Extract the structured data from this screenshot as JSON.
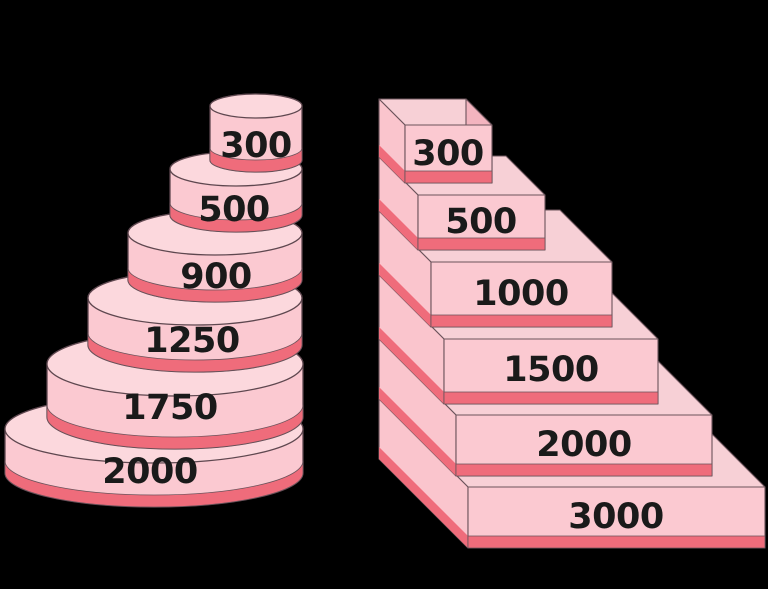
{
  "background_color": "#000000",
  "palette": {
    "face_front": "#FBC9D1",
    "face_top": "#F7D0D6",
    "face_left": "#FAC5CD",
    "face_right": "#F3B4BF",
    "ellipse_top": "#FCD8DD",
    "stripe": "#EF6C7B",
    "outline": "#6B535B",
    "label_text": "#1A1A1A"
  },
  "chart_data": [
    {
      "type": "pyramid",
      "subtype": "3d-tiered-cylinder-cake",
      "position": "left",
      "orientation": "smallest-tier-on-top",
      "legend_position": "none",
      "grid": false,
      "levels": [
        {
          "label": "300",
          "value": 300
        },
        {
          "label": "500",
          "value": 500
        },
        {
          "label": "900",
          "value": 900
        },
        {
          "label": "1250",
          "value": 1250
        },
        {
          "label": "1750",
          "value": 1750
        },
        {
          "label": "2000",
          "value": 2000
        }
      ]
    },
    {
      "type": "pyramid",
      "subtype": "3d-stepped-pyramid",
      "position": "right",
      "orientation": "smallest-step-on-top",
      "legend_position": "none",
      "grid": false,
      "levels": [
        {
          "label": "300",
          "value": 300
        },
        {
          "label": "500",
          "value": 500
        },
        {
          "label": "1000",
          "value": 1000
        },
        {
          "label": "1500",
          "value": 1500
        },
        {
          "label": "2000",
          "value": 2000
        },
        {
          "label": "3000",
          "value": 3000
        }
      ]
    }
  ]
}
